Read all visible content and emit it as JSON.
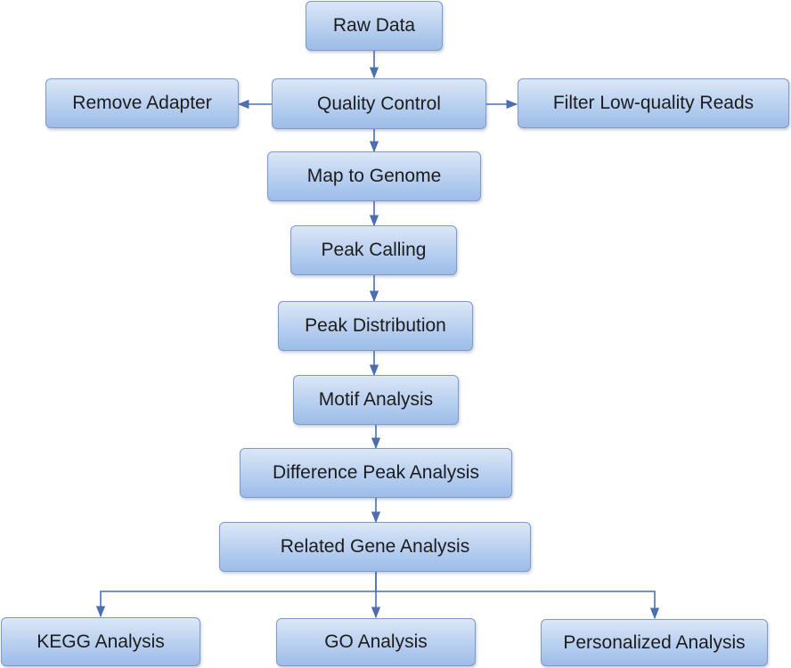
{
  "diagram": {
    "type": "flowchart",
    "colors": {
      "node_fill_top": "#dbe7f6",
      "node_fill_bottom": "#9dbce8",
      "node_border": "#7d9bc6",
      "edge": "#4a6fb0",
      "text": "#1c1c1c"
    },
    "nodes": {
      "raw_data": "Raw Data",
      "quality_control": "Quality Control",
      "remove_adapter": "Remove Adapter",
      "filter_low_quality": "Filter Low-quality Reads",
      "map_to_genome": "Map to Genome",
      "peak_calling": "Peak Calling",
      "peak_distribution": "Peak Distribution",
      "motif_analysis": "Motif Analysis",
      "difference_peak_analysis": "Difference Peak Analysis",
      "related_gene_analysis": "Related Gene Analysis",
      "kegg_analysis": "KEGG Analysis",
      "go_analysis": "GO Analysis",
      "personalized_analysis": "Personalized Analysis"
    },
    "edges": [
      {
        "from": "Raw Data",
        "to": "Quality Control"
      },
      {
        "from": "Quality Control",
        "to": "Remove Adapter"
      },
      {
        "from": "Quality Control",
        "to": "Filter Low-quality Reads"
      },
      {
        "from": "Quality Control",
        "to": "Map to Genome"
      },
      {
        "from": "Map to Genome",
        "to": "Peak Calling"
      },
      {
        "from": "Peak Calling",
        "to": "Peak Distribution"
      },
      {
        "from": "Peak Distribution",
        "to": "Motif Analysis"
      },
      {
        "from": "Motif Analysis",
        "to": "Difference Peak Analysis"
      },
      {
        "from": "Difference Peak Analysis",
        "to": "Related Gene Analysis"
      },
      {
        "from": "Related Gene Analysis",
        "to": "KEGG Analysis"
      },
      {
        "from": "Related Gene Analysis",
        "to": "GO Analysis"
      },
      {
        "from": "Related Gene Analysis",
        "to": "Personalized Analysis"
      }
    ]
  }
}
